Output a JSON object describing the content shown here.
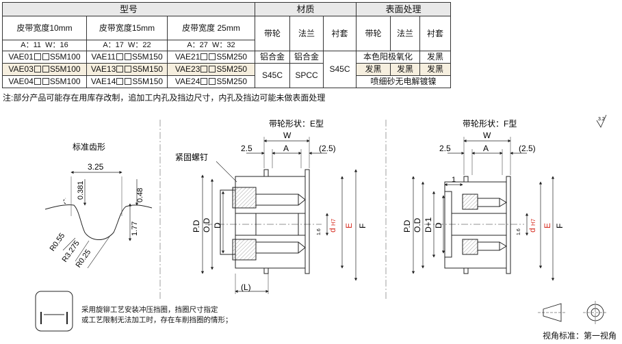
{
  "table": {
    "group_model": "型号",
    "group_material": "材质",
    "group_surface": "表面处理",
    "width_heads": [
      "皮带宽度10mm",
      "皮带宽度15mm",
      "皮带宽度 25mm"
    ],
    "mat_heads": [
      "带轮",
      "法兰",
      "衬套"
    ],
    "surf_heads": [
      "带轮",
      "法兰",
      "衬套"
    ],
    "aw": [
      {
        "a": "A：11",
        "w": "W：16"
      },
      {
        "a": "A：17",
        "w": "W：22"
      },
      {
        "a": "A：27",
        "w": "W：32"
      }
    ],
    "rows": [
      {
        "models": [
          [
            "VAE01",
            "S5M100"
          ],
          [
            "VAE11",
            "S5M150"
          ],
          [
            "VAE21",
            "S5M250"
          ]
        ],
        "mat_pulley": "铝合金",
        "mat_flange": "铝合金",
        "surf_pulley_flange": "本色阳极氧化",
        "surf_bush": "发黑"
      },
      {
        "models": [
          [
            "VAE03",
            "S5M100"
          ],
          [
            "VAE13",
            "S5M150"
          ],
          [
            "VAE23",
            "S5M250"
          ]
        ],
        "mat_pulley": "S45C",
        "mat_flange": "SPCC",
        "surf_pulley": "发黑",
        "surf_flange": "发黑",
        "surf_bush": "发黑"
      },
      {
        "models": [
          [
            "VAE04",
            "S5M100"
          ],
          [
            "VAE14",
            "S5M150"
          ],
          [
            "VAE24",
            "S5M250"
          ]
        ],
        "surf_all": "喷细砂无电解镀镍"
      }
    ],
    "mat_bush": "S45C"
  },
  "note": "注:部分产品可能存在用库存改制，追加工内孔及挡边尺寸，内孔及挡边可能未做表面处理",
  "tooth": {
    "title": "标准齿形",
    "dims": [
      "3.25",
      "0.381",
      "0.48",
      "1.77",
      "R0.55",
      "R3.275",
      "R0.25"
    ]
  },
  "shape_e": {
    "title": "带轮形状：E型",
    "dims": [
      "W",
      "A",
      "2.5",
      "(2.5)",
      "P.D",
      "O.D",
      "D",
      "F",
      "E",
      "(L)",
      "d",
      "H7",
      "1.6"
    ],
    "callout": "紧固螺钉"
  },
  "shape_f": {
    "title": "带轮形状：F型",
    "dims": [
      "W",
      "A",
      "2.5",
      "(2.5)",
      "1",
      "P.D",
      "O.D",
      "D+1",
      "D",
      "F",
      "E",
      "d",
      "H7",
      "1.6"
    ]
  },
  "roughness": "3.2",
  "bottom_note": [
    "采用旋铆工艺安装冲压挡圈，挡圈尺寸指定",
    "或工艺限制无法加工时，存在车削挡圈的情形；"
  ],
  "view_standard": "视角标准：第一视角",
  "colors": {
    "accent_red": "#d62b1f",
    "header_bg": "#e9e9e9",
    "highlight_row": "#f6efdf"
  }
}
